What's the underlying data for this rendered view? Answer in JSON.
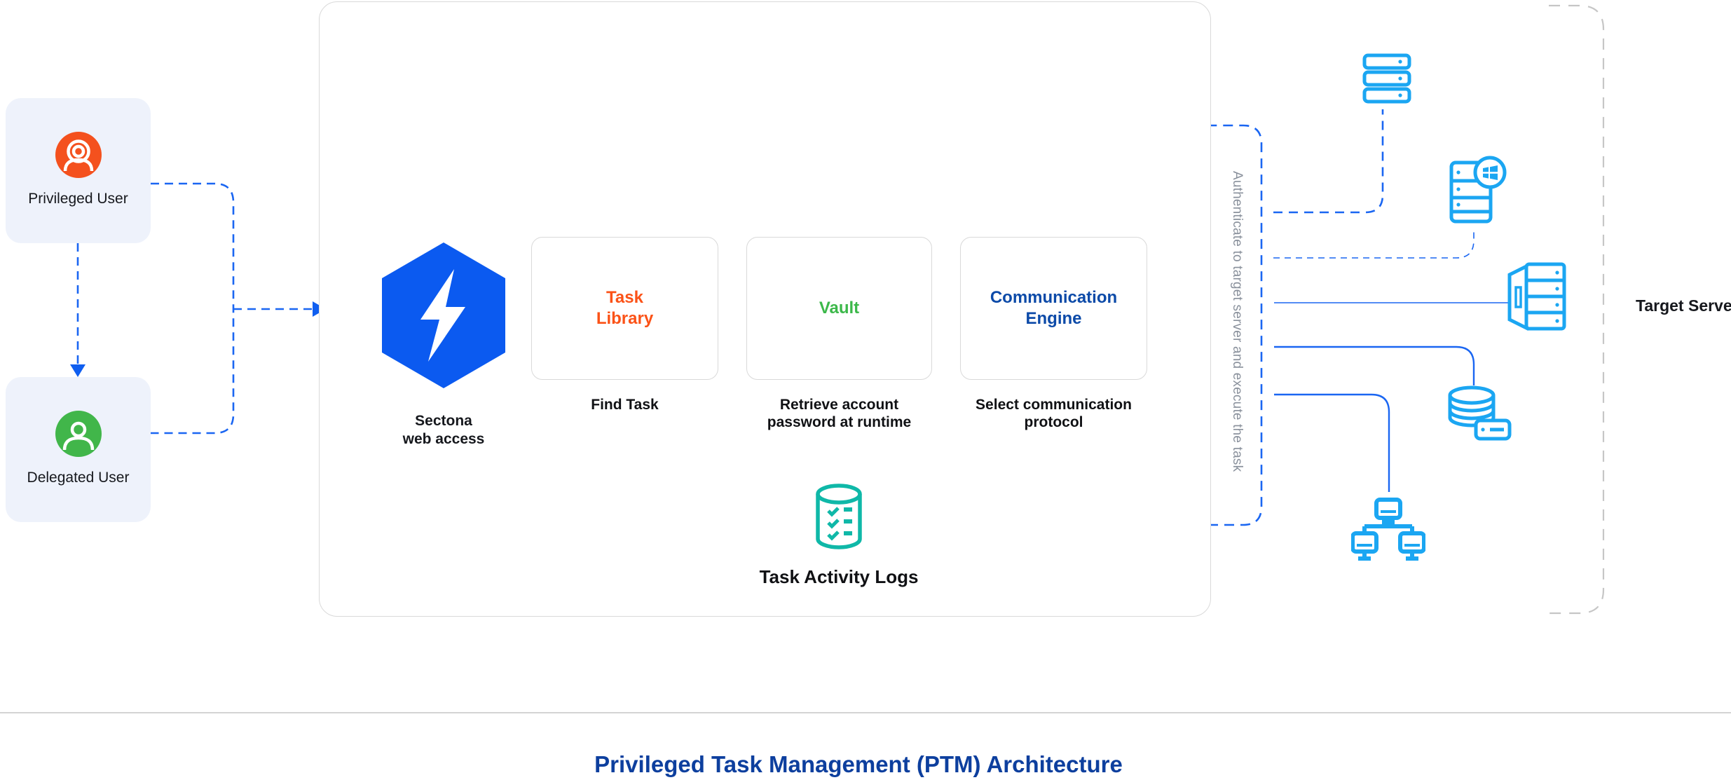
{
  "colors": {
    "hexagon_blue": "#0b5af0",
    "dashed_blue": "#1a66f2",
    "arrow_blue": "#0f5ef0",
    "icon_light_blue": "#1ba6f2",
    "logs_teal": "#0fb8a8",
    "privileged_orange": "#f4511e",
    "delegated_green": "#41b64a",
    "task_library_orange": "#fb5217",
    "vault_green": "#3cb84a",
    "comm_engine_blue": "#0c4aa8",
    "title_blue": "#0d3f9e",
    "note_gray": "#8a919c",
    "border_gray": "#d9d9d9",
    "card_bg": "#eef2fb"
  },
  "actors": [
    {
      "label": "Privileged User",
      "icon": "privileged-user-icon",
      "color": "#f4511e"
    },
    {
      "label": "Delegated User",
      "icon": "delegated-user-icon",
      "color": "#41b64a"
    }
  ],
  "gateway": {
    "label": "Sectona web access",
    "icon": "sectona-hexagon-bolt-icon"
  },
  "modules": [
    {
      "title": "Task Library",
      "caption": "Find Task"
    },
    {
      "title": "Vault",
      "caption": "Retrieve account password at runtime"
    },
    {
      "title": "Communication Engine",
      "caption": "Select communication protocol"
    }
  ],
  "logs": {
    "label": "Task Activity Logs",
    "icon": "database-checklist-icon"
  },
  "authenticate_note": "Authenticate to target server and execute the task",
  "target_server": {
    "label": "Target Server",
    "icons": [
      "rack-server-icon",
      "windows-server-icon",
      "tower-server-icon",
      "database-server-icon",
      "workstation-network-icon"
    ]
  },
  "footer": {
    "title": "Privileged Task Management (PTM) Architecture"
  }
}
